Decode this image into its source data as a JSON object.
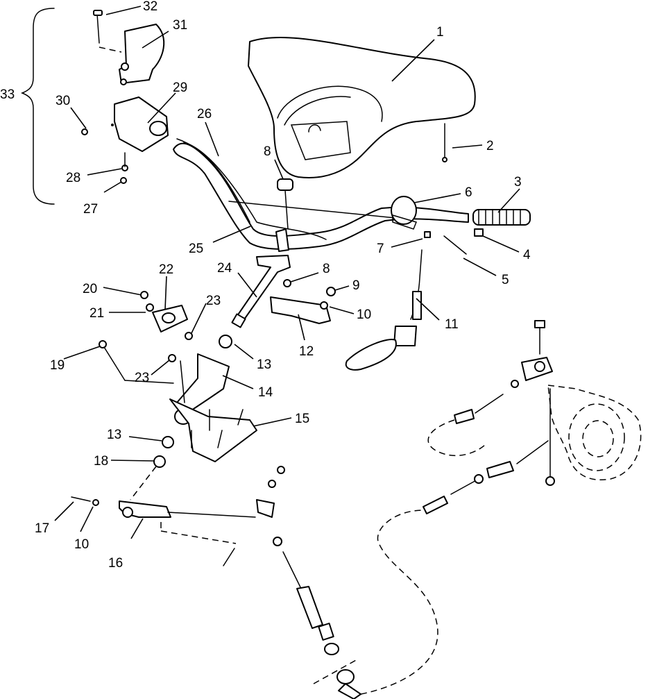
{
  "callouts": [
    "1",
    "2",
    "3",
    "4",
    "5",
    "6",
    "7",
    "8",
    "8",
    "9",
    "10",
    "10",
    "11",
    "12",
    "13",
    "13",
    "14",
    "15",
    "16",
    "17",
    "18",
    "19",
    "20",
    "21",
    "22",
    "23",
    "23",
    "24",
    "25",
    "26",
    "27",
    "28",
    "29",
    "30",
    "31",
    "32",
    "33"
  ]
}
